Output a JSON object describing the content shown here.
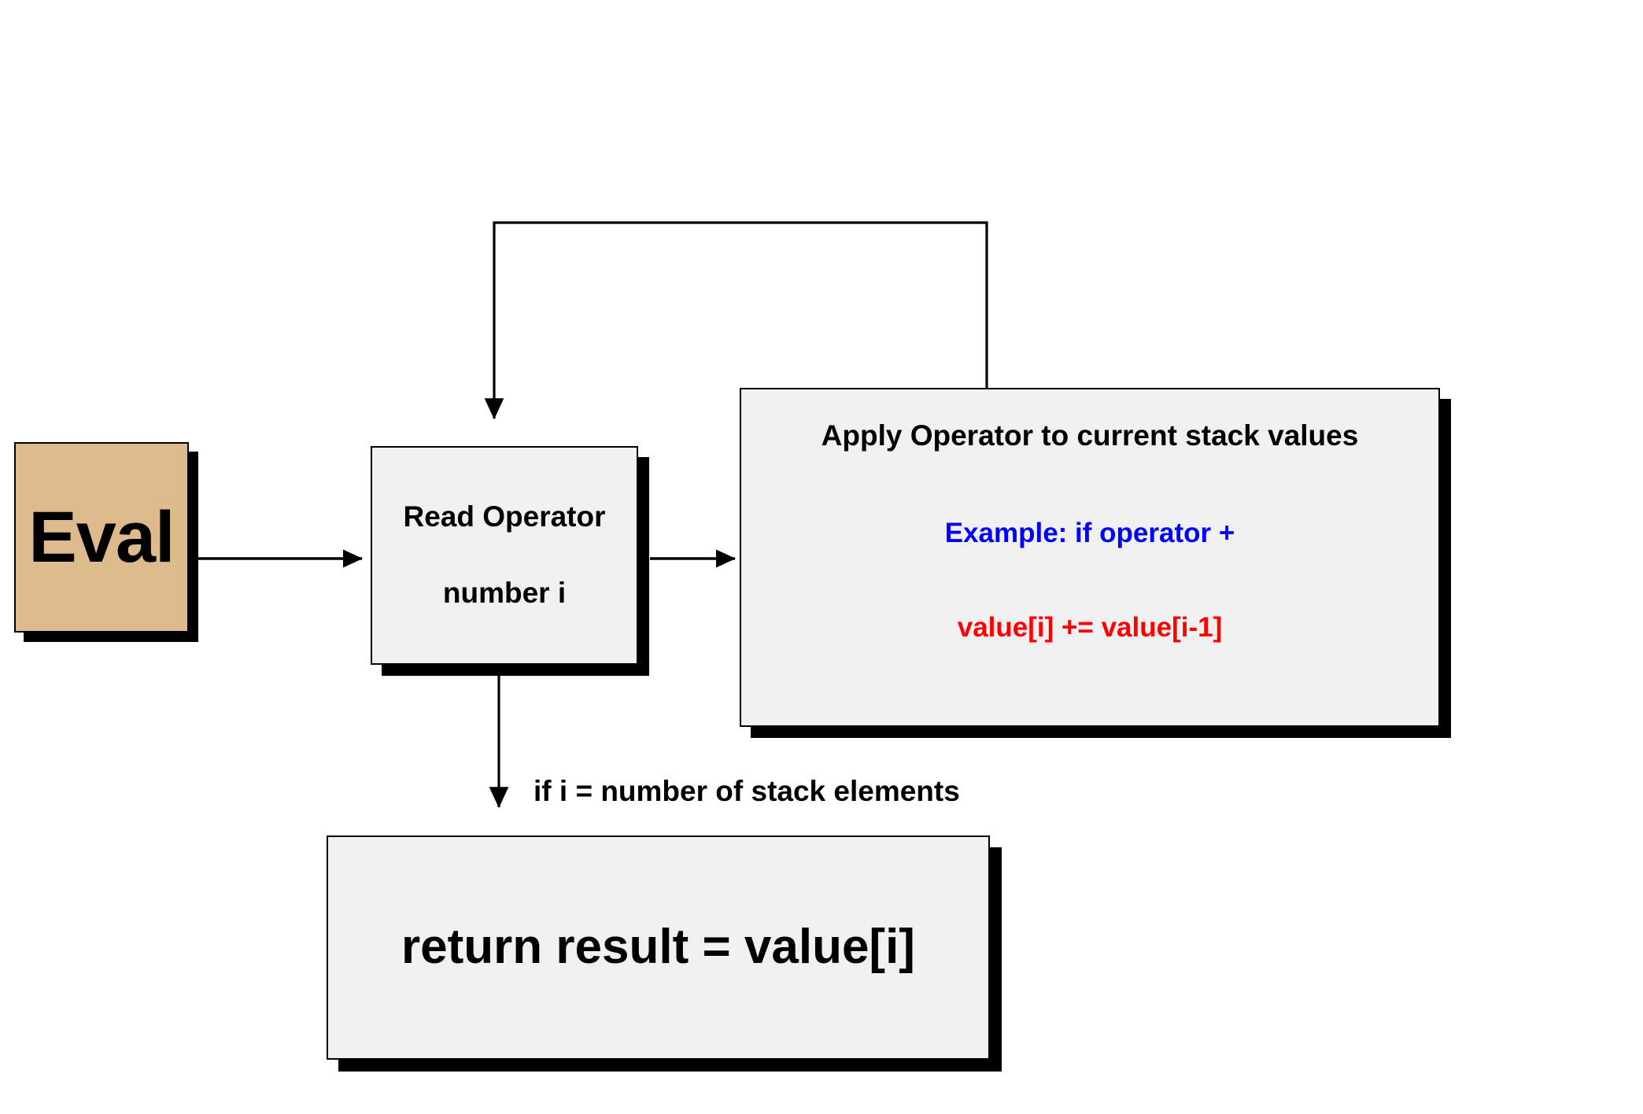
{
  "diagram": {
    "title": "Eval evaluation flowchart",
    "background": "#ffffff",
    "colors": {
      "start_fill": "#debb8c",
      "process_fill": "#f0f0f0",
      "stroke": "#000000",
      "shadow": "#000000",
      "example_text": "#0000ff",
      "formula_text": "#ff0000"
    }
  },
  "nodes": {
    "eval": {
      "label": "Eval"
    },
    "read_operator": {
      "line1": "Read Operator",
      "line2": "number i"
    },
    "apply_operator": {
      "line1": "Apply Operator to current stack values",
      "line2": "Example: if operator +",
      "line3": "value[i] += value[i-1]"
    },
    "return_result": {
      "line1": "return result = value[i]"
    }
  },
  "edges": {
    "eval_to_read": {
      "label": ""
    },
    "read_to_apply": {
      "label": ""
    },
    "apply_loop_back_to_read": {
      "label": ""
    },
    "read_to_return": {
      "label": "if i = number of stack elements"
    }
  }
}
